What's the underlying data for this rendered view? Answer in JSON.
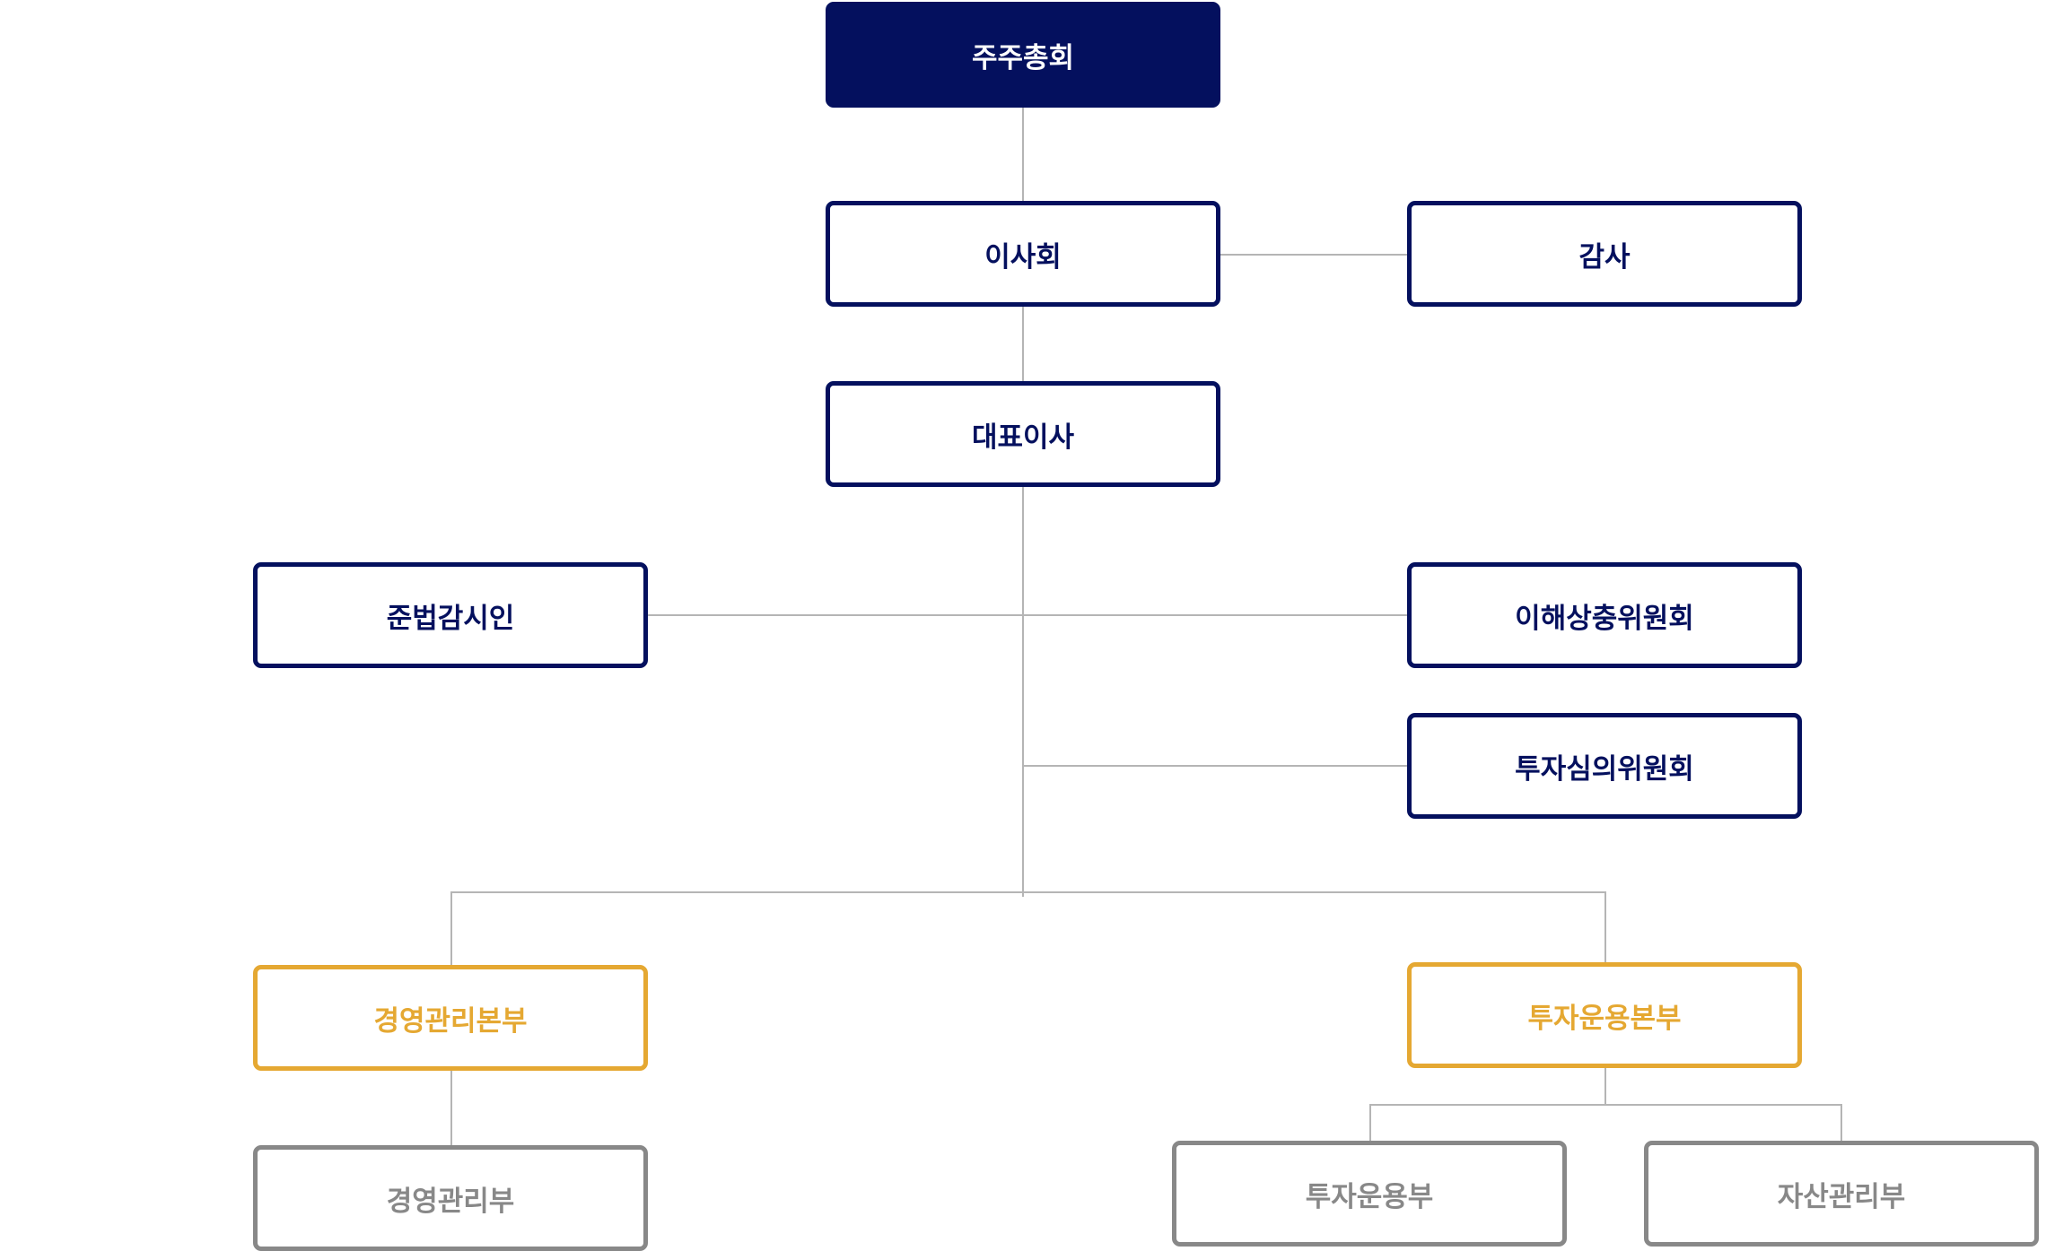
{
  "org": {
    "shareholders": "주주총회",
    "board": "이사회",
    "auditor": "감사",
    "ceo": "대표이사",
    "compliance": "준법감시인",
    "conflict_committee": "이해상충위원회",
    "investment_committee": "투자심의위원회",
    "management_hq": "경영관리본부",
    "investment_hq": "투자운용본부",
    "management_dept": "경영관리부",
    "investment_dept": "투자운용부",
    "asset_dept": "자산관리부"
  },
  "colors": {
    "navy": "#04105e",
    "gold": "#e5a832",
    "gray": "#888888",
    "line": "#b5b5b5"
  }
}
